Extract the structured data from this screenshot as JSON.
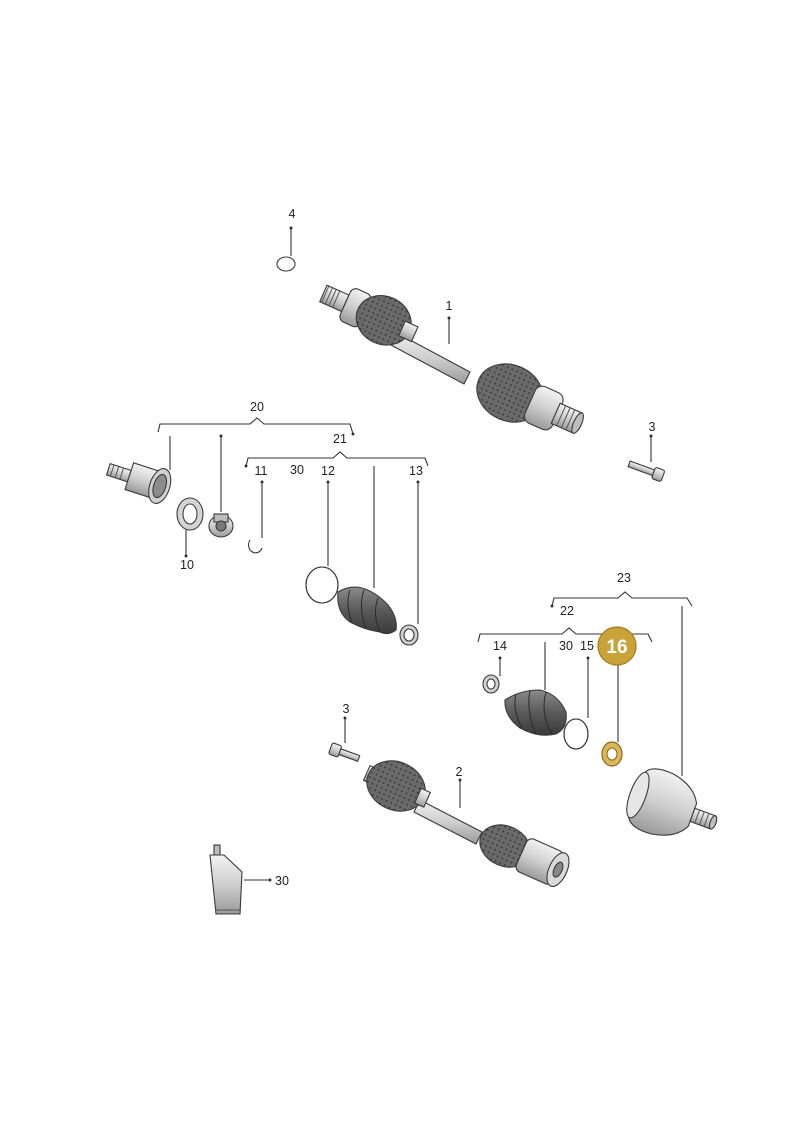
{
  "diagram": {
    "highlight_color": "#c9a23a",
    "labels": {
      "l1": "1",
      "l2": "2",
      "l3a": "3",
      "l3b": "3",
      "l4": "4",
      "l10": "10",
      "l11": "11",
      "l12": "12",
      "l13": "13",
      "l14": "14",
      "l15": "15",
      "l16": "16",
      "l20": "20",
      "l21": "21",
      "l22": "22",
      "l23": "23",
      "l30a": "30",
      "l30b": "30",
      "l30c": "30"
    },
    "icons": {
      "drive_shaft_upper": "drive-shaft-icon",
      "drive_shaft_lower": "drive-shaft-icon",
      "bolt": "bolt-icon",
      "grease_tube": "grease-tube-icon"
    }
  }
}
